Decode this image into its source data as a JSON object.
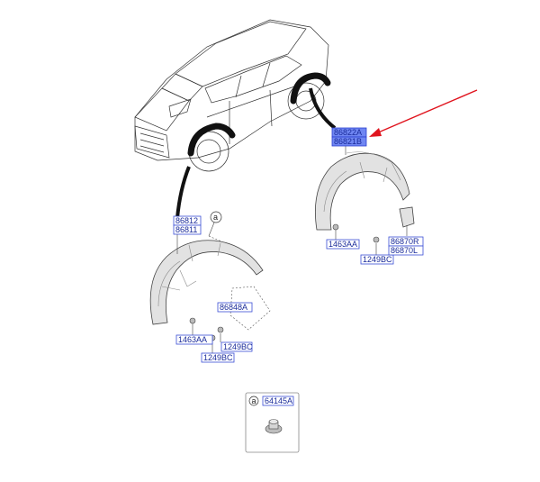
{
  "labels": {
    "rear_upper": "86822A",
    "rear_lower": "86821B",
    "front_upper": "86812",
    "front_lower": "86811",
    "rear_clip": "1463AA",
    "rear_bolt": "1249BC",
    "rear_flap_r": "86870R",
    "rear_flap_l": "86870L",
    "front_bracket": "86848A",
    "front_clip": "1463AA",
    "front_bolt_1": "1249BC",
    "front_bolt_2": "1249BC",
    "detail_part": "64145A"
  },
  "callouts": {
    "front_ref": "a",
    "detail_ref": "a"
  },
  "colors": {
    "label_text": "#1a2b9a",
    "label_highlight": "#6f86f2",
    "arrow": "#e0141e"
  }
}
